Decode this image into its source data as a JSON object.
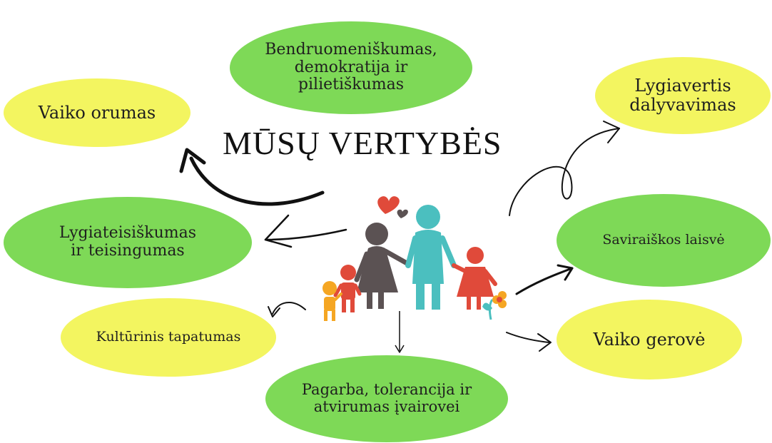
{
  "title": "MŪSŲ VERTYBĖS",
  "values": {
    "community": "Bendruomeniškumas, demokratija ir pilietiškumas",
    "dignity": "Vaiko orumas",
    "equal_participation": "Lygiavertis dalyvavimas",
    "equality": "Lygiateisiškumas ir teisingumas",
    "self_expression": "Saviraiškos laisvė",
    "cultural_identity": "Kultūrinis tapatumas",
    "child_wellbeing": "Vaiko gerovė",
    "respect": "Pagarba, tolerancija ir atvirumas įvairovei"
  },
  "colors": {
    "green": "#7ed957",
    "yellow": "#f3f560",
    "family_gray": "#5b5253",
    "family_teal": "#4bbfbf",
    "family_red": "#e04a3a",
    "family_orange": "#f5a623",
    "heart_red": "#e04a3a",
    "heart_gray": "#5b5253"
  }
}
